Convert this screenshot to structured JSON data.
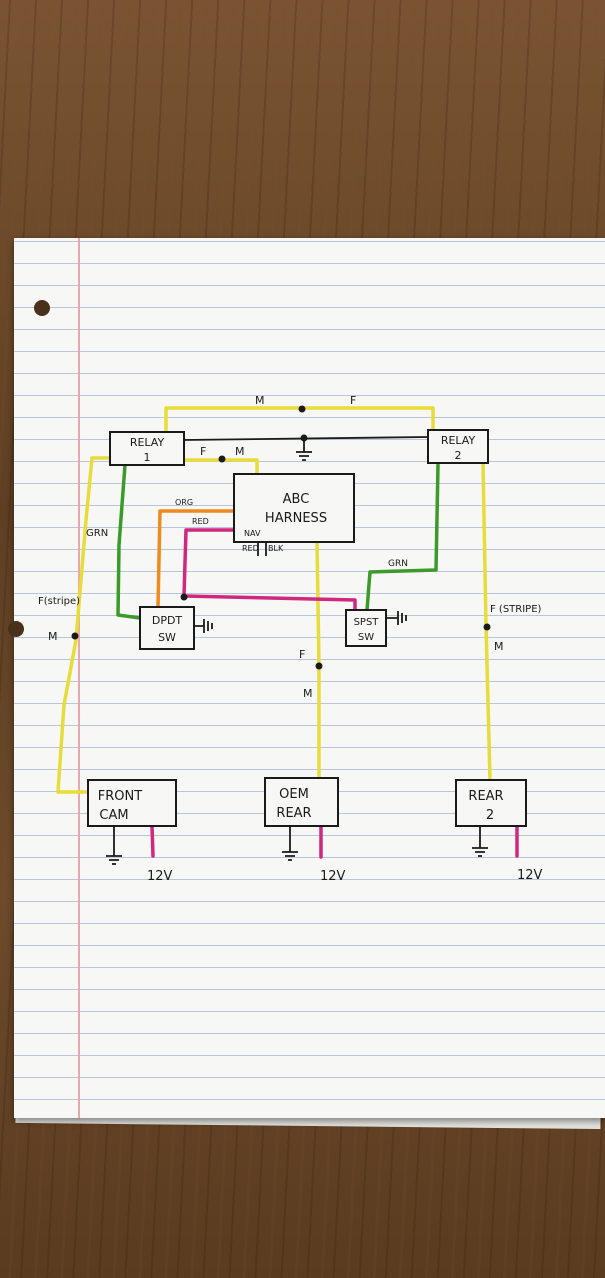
{
  "colors": {
    "yellow": "#e8dc3a",
    "green": "#3a9a2a",
    "orange": "#ef8a1f",
    "magenta": "#d0287f",
    "black": "#1a1a1a",
    "wood": "#6b4a2c"
  },
  "components": {
    "relay1": {
      "line1": "RELAY",
      "line2": "1"
    },
    "relay2": {
      "line1": "RELAY",
      "line2": "2"
    },
    "harness": {
      "line1": "ABC",
      "line2": "HARNESS"
    },
    "dpdt": {
      "line1": "DPDT",
      "line2": "SW"
    },
    "spst": {
      "line1": "SPST",
      "line2": "SW"
    },
    "front_cam": {
      "line1": "FRONT",
      "line2": "CAM"
    },
    "oem_rear": {
      "line1": "OEM",
      "line2": "REAR"
    },
    "rear2": {
      "line1": "REAR",
      "line2": "2"
    }
  },
  "labels": {
    "top_m": "M",
    "top_f": "F",
    "relay1_f": "F",
    "relay1_m": "M",
    "grn_left": "GRN",
    "f_stripe_left": "F(stripe)",
    "m_left": "M",
    "org": "ORG",
    "red_upper": "RED",
    "nav": "NAV",
    "red_lower": "RED",
    "blk": "BLK",
    "grn_right": "GRN",
    "f_stripe_right": "F (STRIPE)",
    "m_right": "M",
    "f_center": "F",
    "m_center": "M",
    "v12_front": "12V",
    "v12_oem": "12V",
    "v12_rear": "12V"
  }
}
